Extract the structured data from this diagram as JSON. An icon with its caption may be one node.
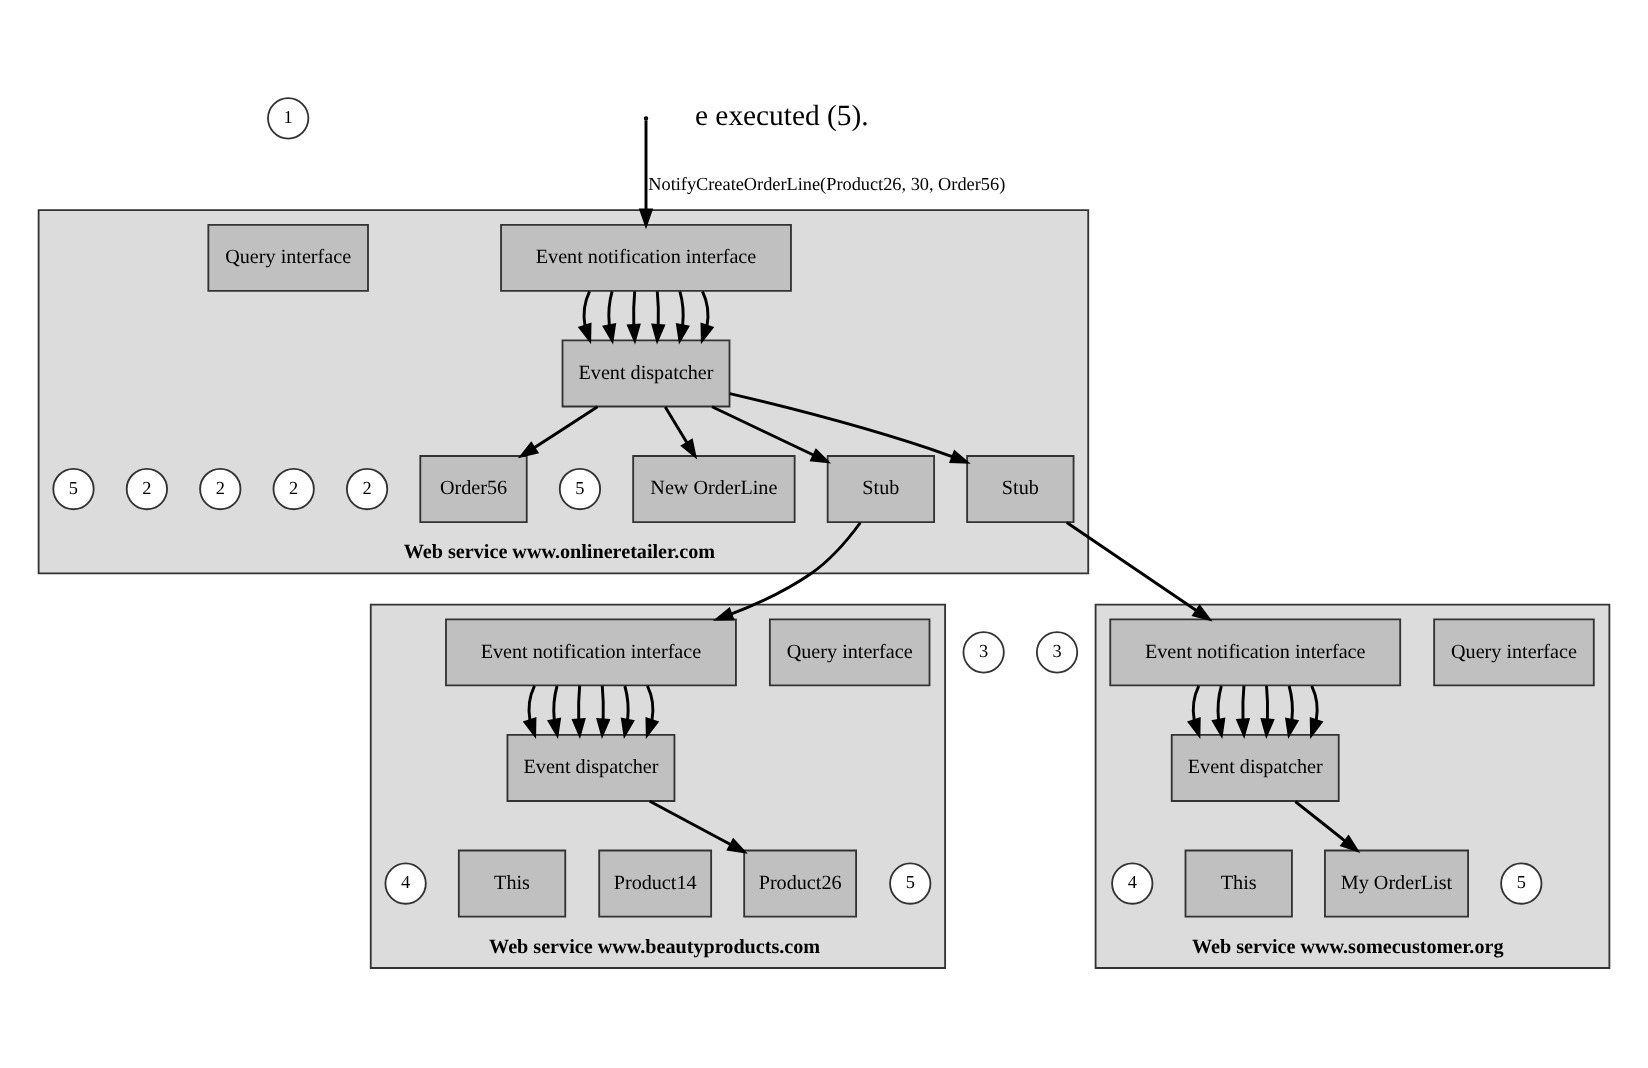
{
  "diagram": {
    "nodes": [
      {
        "text": [
          "1"
        ]
      },
      {
        "text": [
          "Web service www.onlineretailer.com"
        ]
      },
      {
        "text": [
          "Query interface"
        ],
        "in": 1
      },
      {
        "text": [
          "Event notification interface"
        ],
        "in": 1
      },
      {
        "text": [
          "Event dispatcher"
        ],
        "in": 1
      },
      {
        "text": [
          "2"
        ],
        "in": 1
      },
      {
        "text": [
          "2"
        ],
        "in": 1
      },
      {
        "text": [
          "2"
        ],
        "in": 1
      },
      {
        "text": [
          "2"
        ],
        "in": 1
      },
      {
        "text": [
          "Order56"
        ],
        "in": 1
      },
      {
        "text": [
          "5"
        ],
        "in": 1
      },
      {
        "text": [
          "New OrderLine"
        ],
        "in": 1
      },
      {
        "text": [
          "5"
        ],
        "in": 1
      },
      {
        "text": [
          "Stub"
        ],
        "in": 1
      },
      {
        "text": [
          "Stub"
        ],
        "in": 1
      },
      {
        "text": [
          "3"
        ]
      },
      {
        "text": [
          "3"
        ]
      },
      {
        "text": [
          "Web service www.beautyproducts.com"
        ]
      },
      {
        "text": [
          "Query interface"
        ],
        "in": 17
      },
      {
        "text": [
          "Event notification interface"
        ],
        "in": 17
      },
      {
        "text": [
          "Event dispatcher"
        ],
        "in": 17
      },
      {
        "text": [
          "4"
        ],
        "in": 17
      },
      {
        "text": [
          "This"
        ],
        "in": 17
      },
      {
        "text": [
          "Product14"
        ],
        "in": 17
      },
      {
        "text": [
          "Product26"
        ],
        "in": 17
      },
      {
        "text": [
          "5"
        ],
        "in": 17
      },
      {
        "text": [
          "Web service www.somecustomer.org"
        ]
      },
      {
        "text": [
          "Query interface"
        ],
        "in": 26
      },
      {
        "text": [
          "Event notification interface"
        ],
        "in": 26
      },
      {
        "text": [
          "Event dispatcher"
        ],
        "in": 26
      },
      {
        "text": [
          "4"
        ],
        "in": 26
      },
      {
        "text": [
          "This"
        ],
        "in": 26
      },
      {
        "text": [
          "My OrderList"
        ],
        "in": 26
      },
      {
        "text": [
          "5"
        ],
        "in": 26
      }
    ],
    "edges": [
      {
        "from": null,
        "to": 3,
        "arrow": "to",
        "label": "NotifyCreateOrderLine(Product26, 30, Order56)"
      },
      {
        "from": 3,
        "to": 4,
        "arrow": "to"
      },
      {
        "from": 3,
        "to": 4,
        "arrow": "to"
      },
      {
        "from": 3,
        "to": 4,
        "arrow": "to"
      },
      {
        "from": 3,
        "to": 4,
        "arrow": "to"
      },
      {
        "from": 3,
        "to": 4,
        "arrow": "to"
      },
      {
        "from": 3,
        "to": 4,
        "arrow": "to"
      },
      {
        "from": 4,
        "to": 9,
        "arrow": "to"
      },
      {
        "from": 4,
        "to": 11,
        "arrow": "to"
      },
      {
        "from": 4,
        "to": 13,
        "arrow": "to"
      },
      {
        "from": 4,
        "to": 14,
        "arrow": "to"
      },
      {
        "from": 13,
        "to": 19,
        "arrow": "to"
      },
      {
        "from": 14,
        "to": 28,
        "arrow": "to"
      },
      {
        "from": 19,
        "to": 20,
        "arrow": "to"
      },
      {
        "from": 19,
        "to": 20,
        "arrow": "to"
      },
      {
        "from": 19,
        "to": 20,
        "arrow": "to"
      },
      {
        "from": 19,
        "to": 20,
        "arrow": "to"
      },
      {
        "from": 19,
        "to": 20,
        "arrow": "to"
      },
      {
        "from": 19,
        "to": 20,
        "arrow": "to"
      },
      {
        "from": 20,
        "to": 24,
        "arrow": "to"
      },
      {
        "from": 28,
        "to": 29,
        "arrow": "to"
      },
      {
        "from": 28,
        "to": 29,
        "arrow": "to"
      },
      {
        "from": 28,
        "to": 29,
        "arrow": "to"
      },
      {
        "from": 28,
        "to": 29,
        "arrow": "to"
      },
      {
        "from": 28,
        "to": 29,
        "arrow": "to"
      },
      {
        "from": 28,
        "to": 29,
        "arrow": "to"
      },
      {
        "from": 29,
        "to": 32,
        "arrow": "to"
      }
    ],
    "labels": [
      "e executed (5)."
    ]
  }
}
